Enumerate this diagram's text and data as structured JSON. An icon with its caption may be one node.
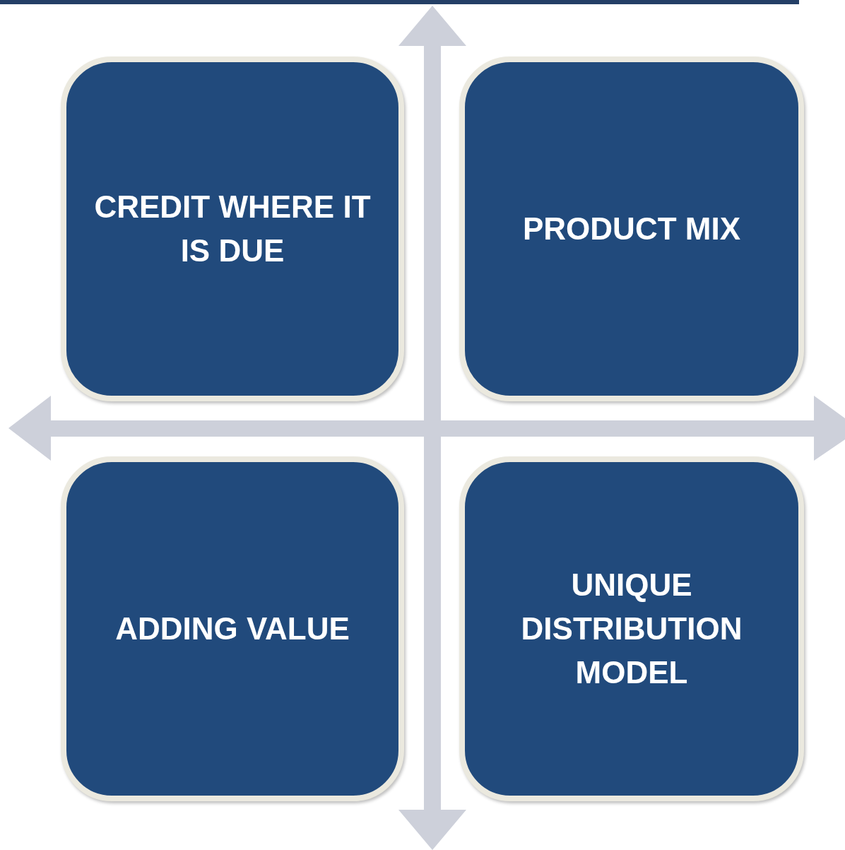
{
  "diagram": {
    "nodes": [
      {
        "text": [
          "CREDIT WHERE IT IS DUE"
        ]
      },
      {
        "text": [
          "PRODUCT MIX"
        ]
      },
      {
        "text": [
          "ADDING VALUE"
        ]
      },
      {
        "text": [
          "UNIQUE DISTRIBUTION MODEL"
        ]
      }
    ]
  }
}
